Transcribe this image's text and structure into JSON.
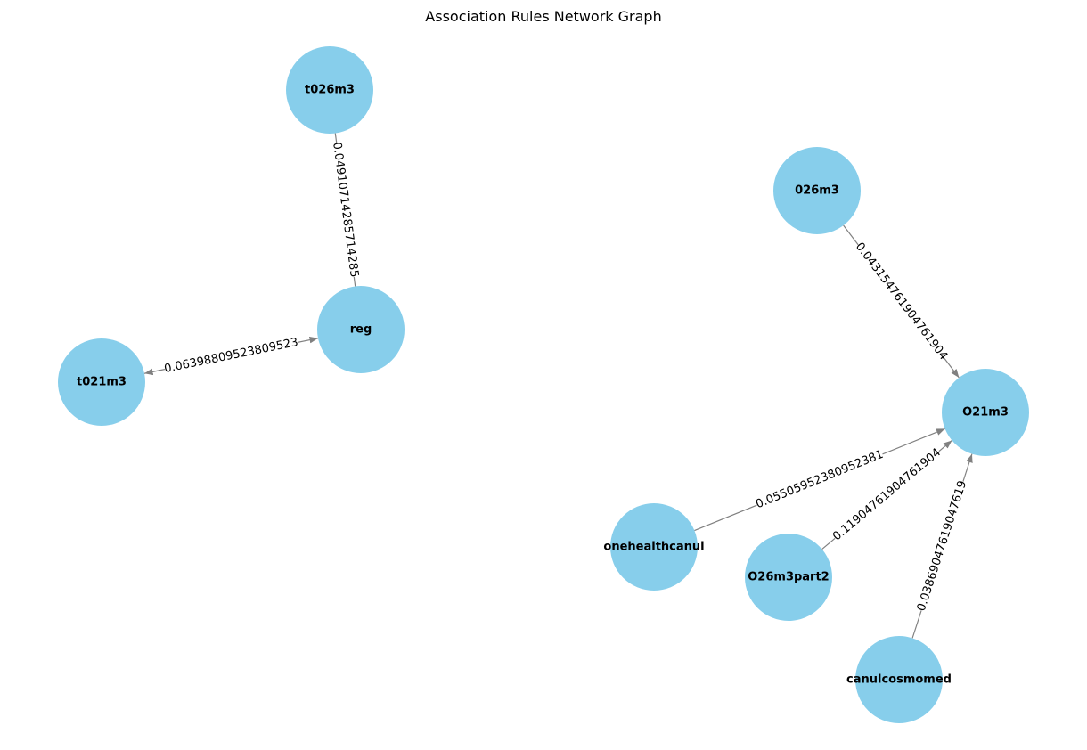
{
  "title": "Association Rules Network Graph",
  "colors": {
    "node": "#87ceeb",
    "edge": "#808080"
  },
  "nodes": [
    {
      "id": "t026m3",
      "label": "t026m3"
    },
    {
      "id": "reg",
      "label": "reg"
    },
    {
      "id": "t021m3",
      "label": "t021m3"
    },
    {
      "id": "026m3",
      "label": "026m3"
    },
    {
      "id": "O21m3",
      "label": "O21m3"
    },
    {
      "id": "onehealthcanul",
      "label": "onehealthcanul"
    },
    {
      "id": "O26m3part2",
      "label": "O26m3part2"
    },
    {
      "id": "canulcosmomed",
      "label": "canulcosmomed"
    }
  ],
  "edges": [
    {
      "source": "t026m3",
      "target": "reg",
      "label": "0.04910714285714285",
      "arrows": "none"
    },
    {
      "source": "reg",
      "target": "t021m3",
      "label": "0.06398809523809523",
      "arrows": "both"
    },
    {
      "source": "026m3",
      "target": "O21m3",
      "label": "0.043154761904761904",
      "arrows": "forward"
    },
    {
      "source": "onehealthcanul",
      "target": "O21m3",
      "label": "0.05505952380952381",
      "arrows": "forward"
    },
    {
      "source": "O26m3part2",
      "target": "O21m3",
      "label": "0.11904761904761904",
      "arrows": "forward"
    },
    {
      "source": "canulcosmomed",
      "target": "O21m3",
      "label": "0.03869047619047619",
      "arrows": "forward"
    }
  ]
}
